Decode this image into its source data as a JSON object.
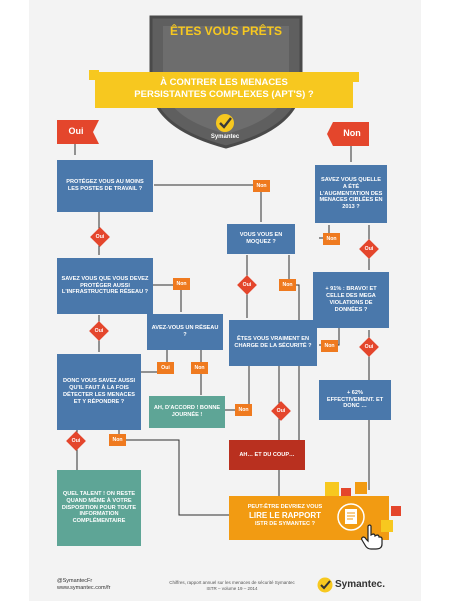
{
  "title": "ÊTES VOUS PRÊTS",
  "subtitle_line1": "À CONTRER LES MENACES",
  "subtitle_line2": "PERSISTANTES COMPLEXES (APT'S) ?",
  "shield_brand": "Symantec",
  "answer_yes": "Oui",
  "answer_no": "Non",
  "nodes": {
    "q_postes": "PROTÉGEZ VOUS AU MOINS LES POSTES DE TRAVAIL ?",
    "q_augmentation": "SAVEZ VOUS QUELLE A ÉTÉ L'AUGMENTATION DES MENACES CIBLÉES EN 2013 ?",
    "q_infra": "SAVEZ VOUS QUE VOUS DEVEZ PROTÉGER AUSSI L'INFRASTRUCTURE RÉSEAU ?",
    "q_moquez": "VOUS VOUS EN MOQUEZ ?",
    "q_reseau": "AVEZ-VOUS UN RÉSEAU ?",
    "q_securite": "ÊTES VOUS VRAIMENT EN CHARGE DE LA SÉCURITÉ ?",
    "q_bravo": "+ 91% : BRAVO! ET CELLE DES MEGA VIOLATIONS DE DONNÉES ?",
    "q_detecter": "DONC VOUS SAVEZ AUSSI QU'IL FAUT À LA FOIS DÉTECTER LES MENACES ET Y RÉPONDRE ?",
    "r_accord": "AH, D'ACCORD ! BONNE JOURNÉE !",
    "r_coup": "AH… ET DU COUP…",
    "r_effectivement": "+ 62% EFFECTIVEMENT. ET DONC …",
    "r_talent": "QUEL TALENT ! ON RESTE QUAND MÊME À VOTRE DISPOSITION POUR TOUTE INFORMATION COMPLÉMENTAIRE",
    "r_rapport_line1": "PEUT-ÊTRE DEVRIEZ VOUS",
    "r_rapport_line2": "LIRE LE RAPPORT",
    "r_rapport_line3": "ISTR DE SYMANTEC ?"
  },
  "footer": {
    "twitter": "@SymantecFr",
    "website": "www.symantec.com/fr",
    "source_line1": "Chiffres, rapport annuel sur les menaces de sécurité Symantec",
    "source_line2": "ISTR – volume 19 – 2014",
    "brand": "Symantec."
  },
  "colors": {
    "blue": "#4a78ab",
    "teal": "#5ea596",
    "red": "#b9301f",
    "orange": "#ef7a1f",
    "yellow": "#f7c81f",
    "shield": "#5f5f5f"
  }
}
